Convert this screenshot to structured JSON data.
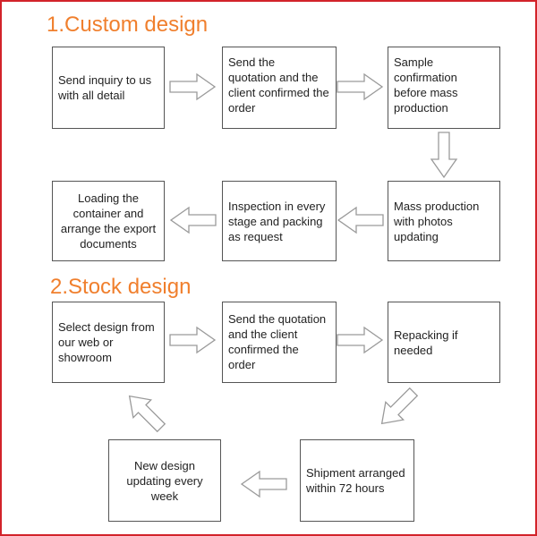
{
  "sections": [
    {
      "title": "1.Custom design",
      "steps": [
        "Send inquiry to us\n with all detail",
        "Send the\nquotation and the\nclient confirmed the\norder",
        "Sample\nconfirmation\nbefore mass\nproduction",
        "Mass production\nwith photos\nupdating",
        "Inspection in every\nstage and packing\nas request",
        "Loading the\ncontainer and\narrange the export\ndocuments"
      ]
    },
    {
      "title": "2.Stock design",
      "steps": [
        "Select design from\nour web or\nshowroom",
        "Send the quotation\nand the client\nconfirmed the\norder",
        "Repacking  if\nneeded",
        "Shipment arranged\nwithin 72 hours",
        "New design\nupdating every\nweek"
      ]
    }
  ],
  "colors": {
    "frame": "#d2232a",
    "heading": "#f07f2d",
    "box_border": "#555555",
    "arrow": "#9a9a9a"
  }
}
